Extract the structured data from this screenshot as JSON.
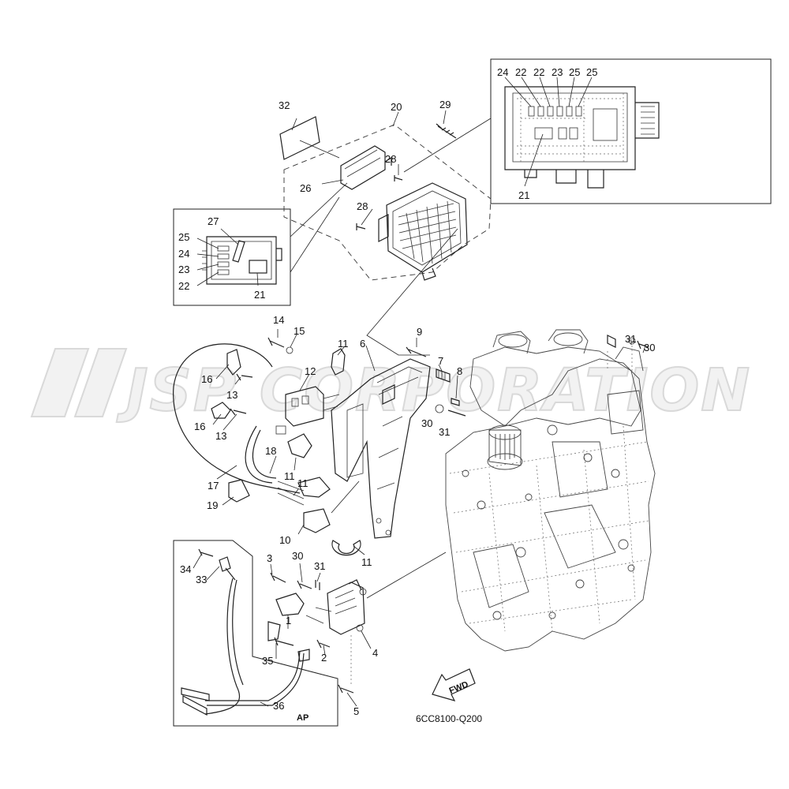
{
  "watermark": "JSP CORPORATION",
  "diagram_code": "6CC8100-Q200",
  "fwd_label": "FWD",
  "ap_label": "AP",
  "callouts": [
    "1",
    "2",
    "3",
    "4",
    "5",
    "6",
    "7",
    "8",
    "9",
    "10",
    "11",
    "12",
    "13",
    "14",
    "15",
    "16",
    "17",
    "18",
    "19",
    "20",
    "21",
    "22",
    "23",
    "24",
    "25",
    "26",
    "27",
    "28",
    "29",
    "30",
    "31",
    "32",
    "33",
    "34",
    "35",
    "36"
  ],
  "inset_upper_labels": [
    "24",
    "22",
    "22",
    "23",
    "25",
    "25",
    "21"
  ],
  "inset_left_labels": [
    "27",
    "25",
    "24",
    "23",
    "22",
    "21"
  ]
}
